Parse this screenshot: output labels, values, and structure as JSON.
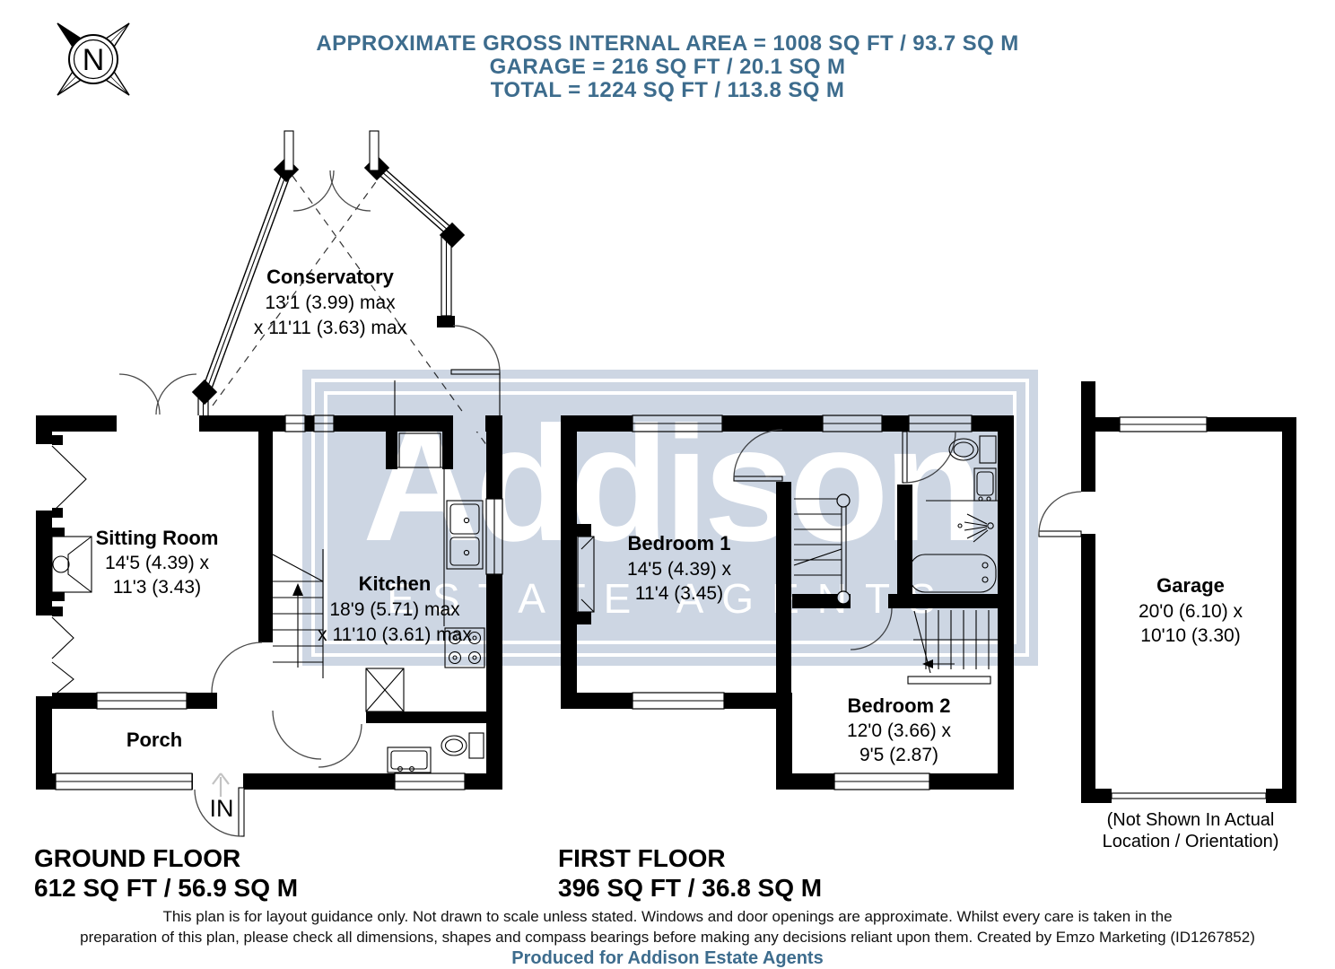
{
  "header": {
    "line1": "APPROXIMATE GROSS INTERNAL AREA = 1008 SQ FT / 93.7 SQ M",
    "line2": "GARAGE = 216 SQ FT / 20.1 SQ M",
    "line3": "TOTAL = 1224 SQ FT / 113.8 SQ M"
  },
  "compass": {
    "label": "N"
  },
  "watermark": {
    "name": "Addison",
    "tagline": "ESTATE AGENTS"
  },
  "ground_floor": {
    "title": "GROUND FLOOR",
    "area": "612 SQ FT / 56.9 SQ M",
    "rooms": {
      "conservatory": {
        "name": "Conservatory",
        "dim1": "13'1 (3.99) max",
        "dim2": "x 11'11 (3.63) max"
      },
      "sitting_room": {
        "name": "Sitting Room",
        "dim1": "14'5 (4.39) x",
        "dim2": "11'3 (3.43)"
      },
      "kitchen": {
        "name": "Kitchen",
        "dim1": "18'9 (5.71) max",
        "dim2": "x 11'10 (3.61) max"
      },
      "porch": {
        "name": "Porch"
      }
    },
    "entrance_label": "IN"
  },
  "first_floor": {
    "title": "FIRST FLOOR",
    "area": "396 SQ FT / 36.8 SQ M",
    "rooms": {
      "bedroom1": {
        "name": "Bedroom 1",
        "dim1": "14'5 (4.39) x",
        "dim2": "11'4 (3.45)"
      },
      "bedroom2": {
        "name": "Bedroom 2",
        "dim1": "12'0 (3.66) x",
        "dim2": "9'5 (2.87)"
      }
    }
  },
  "garage": {
    "name": "Garage",
    "dim1": "20'0 (6.10) x",
    "dim2": "10'10 (3.30)",
    "note1": "(Not Shown In Actual",
    "note2": "Location / Orientation)"
  },
  "footer": {
    "line1": "This plan is for layout guidance only. Not drawn to scale unless stated. Windows and door openings are approximate. Whilst every care is taken in the",
    "line2": "preparation of this plan, please check all dimensions, shapes and compass bearings before making any decisions reliant upon them. Created by Emzo Marketing (ID1267852)",
    "produced_by": "Produced for Addison Estate Agents"
  },
  "colors": {
    "accent_blue": "#3d6c8d",
    "watermark_tint": "#cdd6e3",
    "plan_black": "#000000"
  }
}
